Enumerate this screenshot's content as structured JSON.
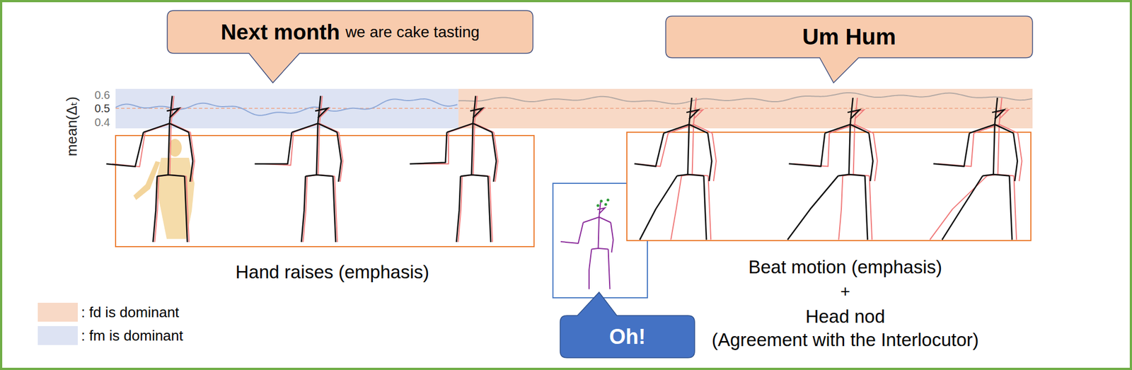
{
  "diagram": {
    "nodes": [
      {
        "text": [
          "Next month",
          "we are cake tasting"
        ]
      },
      {
        "text": [
          "Um Hum"
        ]
      },
      {
        "text": [
          "Oh!"
        ]
      }
    ],
    "labels": [
      "mean(Δₜ)",
      "0.6",
      "0.5",
      "0.4",
      "Hand raises (emphasis)",
      "Beat motion (emphasis)",
      "+",
      "Head nod",
      "(Agreement with the Interlocutor)"
    ],
    "legend": [
      {
        "text": ": fd is dominant",
        "color": "#f8d9c6"
      },
      {
        "text": ": fm is dominant",
        "color": "#dde3f3"
      }
    ]
  }
}
